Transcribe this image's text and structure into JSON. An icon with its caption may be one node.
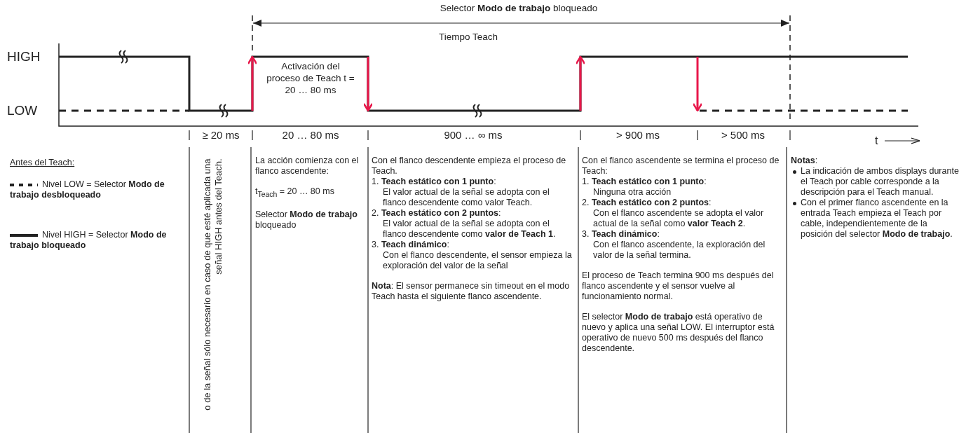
{
  "diagram": {
    "labels": [
      "Selector **Modo de trabajo** bloqueado",
      "Tiempo Teach",
      "HIGH",
      "Activación del proceso de Teach t = 20 … 80 ms",
      "LOW",
      "≥ 20 ms",
      "20 … 80 ms",
      "900 … ∞ ms",
      "> 900 ms",
      "> 500 ms",
      "t",
      "Antes del Teach:",
      "o de la señal sólo necesario en caso de que esté aplicada una señal HIGH antes del Teach.",
      "La acción comienza con el flanco ascendente:",
      "t$_{Teach}$ = 20 … 80 ms",
      "Selector **Modo de trabajo** bloqueado",
      "Con el flanco descendente empieza el proceso de Teach.",
      "1. **Teach estático con 1 punto**:",
      "El valor actual de la señal se adopta con el flanco descendente como valor Teach.",
      "2. **Teach estático con 2 puntos**:",
      "El valor actual de la señal se adopta con el flanco descendente como **valor de Teach 1**.",
      "3. **Teach dinámico**:",
      "Con el flanco descendente, el sensor empieza la exploración del valor de la señal",
      "**Nota**: El sensor permanece sin timeout en el modo Teach hasta el siguiente flanco ascendente.",
      "Con el flanco ascendente se termina el proceso de Teach:",
      "1. **Teach estático con 1 punto**:",
      "Ninguna otra acción",
      "2. **Teach estático con 2 puntos**:",
      "Con el flanco ascendente se adopta el valor actual de la señal como **valor Teach 2**.",
      "3. **Teach dinámico**:",
      "Con el flanco ascendente, la exploración del valor de la señal termina.",
      "El proceso de Teach termina 900 ms después del flanco ascendente y el sensor vuelve al funcionamiento normal.",
      "El selector **Modo de trabajo** está operativo de nuevo y aplica una señal LOW. El interruptor está operativo de nuevo 500 ms después del flanco descendente.",
      "**Notas**:",
      "La indicación de ambos displays durante el Teach por cable corresponde a la descripción para el Teach manual.",
      "Con el primer flanco ascendente en la entrada Teach empieza el Teach por cable, independientemente de la posición del selector **Modo de trabajo**."
    ],
    "legend": [
      {
        "text": "Nivel LOW = Selector **Modo de trabajo desbloqueado**"
      },
      {
        "text": "Nivel HIGH = Selector **Modo de trabajo bloqueado**"
      }
    ]
  }
}
